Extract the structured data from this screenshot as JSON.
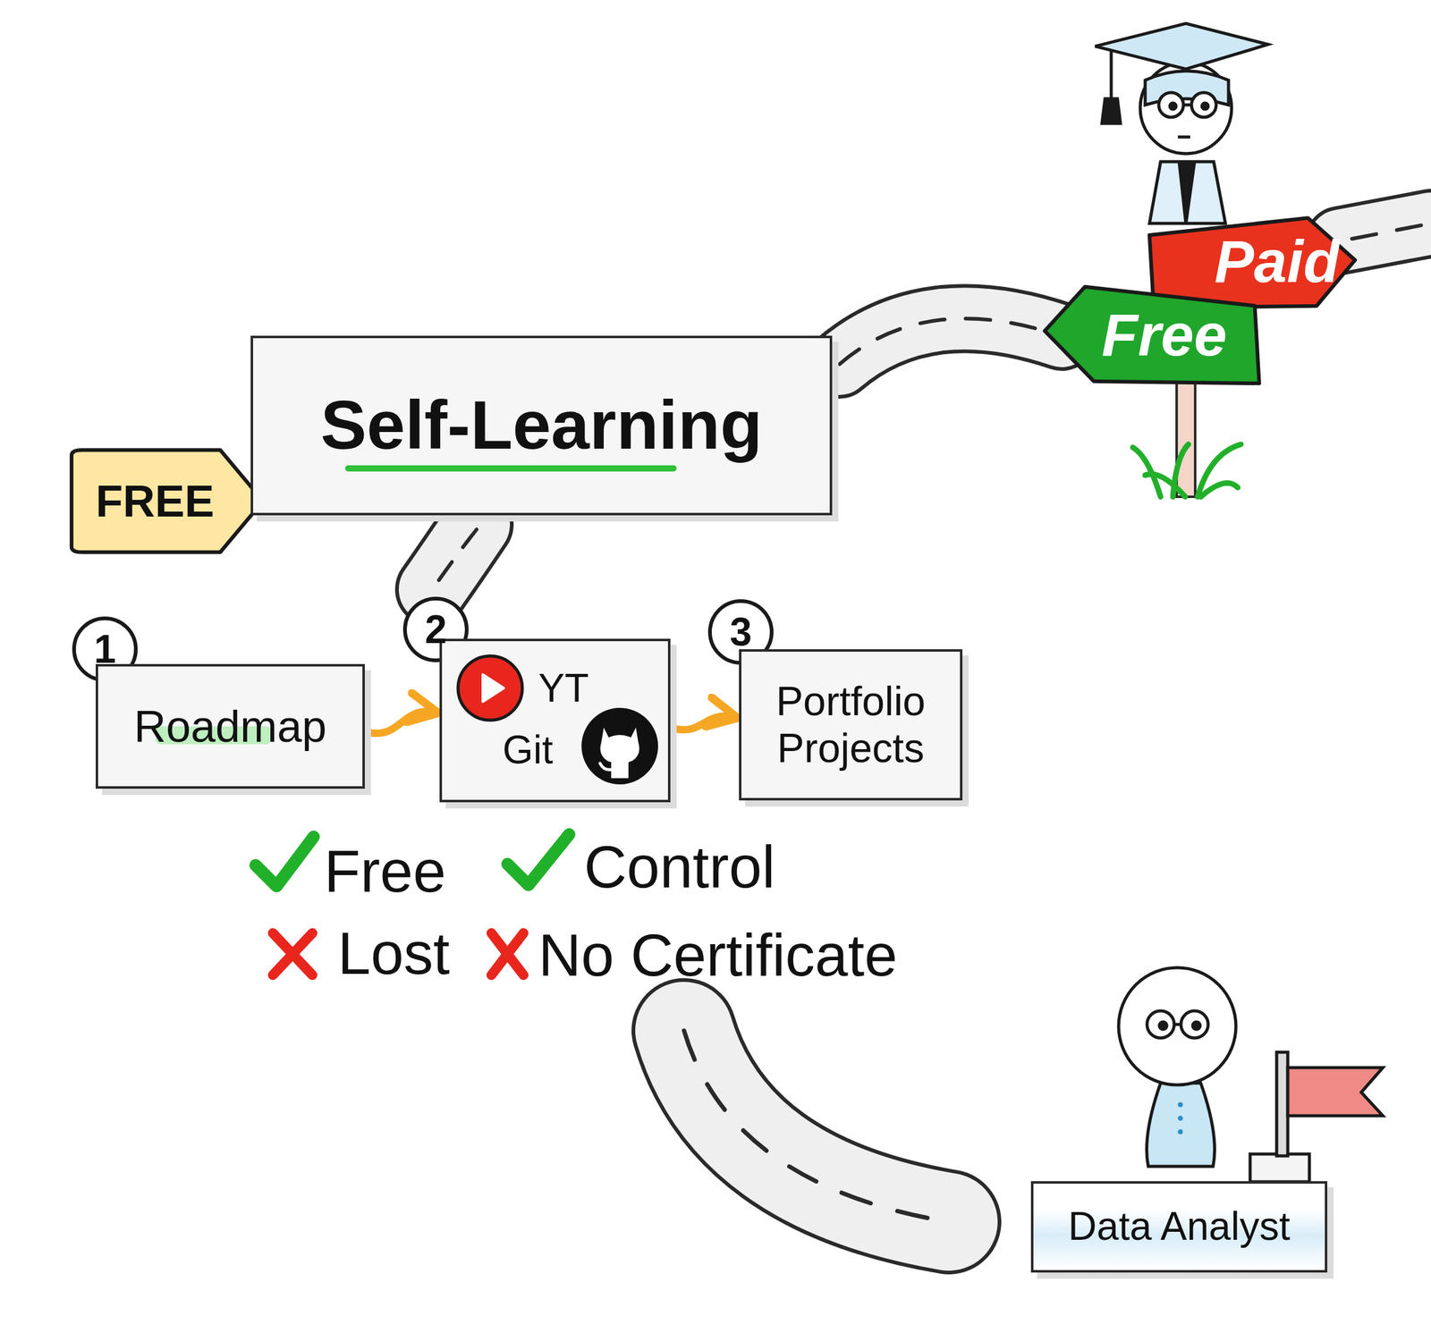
{
  "diagram": {
    "nodes": [
      {
        "text": [
          "Paid"
        ]
      },
      {
        "text": [
          "Free"
        ]
      },
      {
        "text": [
          "FREE"
        ]
      },
      {
        "text": [
          "Self-Learning"
        ]
      },
      {
        "text": [
          "Roadmap"
        ]
      },
      {
        "text": [
          "YT",
          "Git"
        ]
      },
      {
        "text": [
          "Portfolio Projects"
        ]
      },
      {
        "text": [
          "Data Analyst"
        ]
      }
    ],
    "edges": [
      {
        "from": 4,
        "to": 5,
        "arrow": "to"
      },
      {
        "from": 5,
        "to": 6,
        "arrow": "to"
      }
    ],
    "labels": [
      "1",
      "2",
      "3",
      "Free",
      "Control",
      "Lost",
      "No Certificate"
    ]
  }
}
